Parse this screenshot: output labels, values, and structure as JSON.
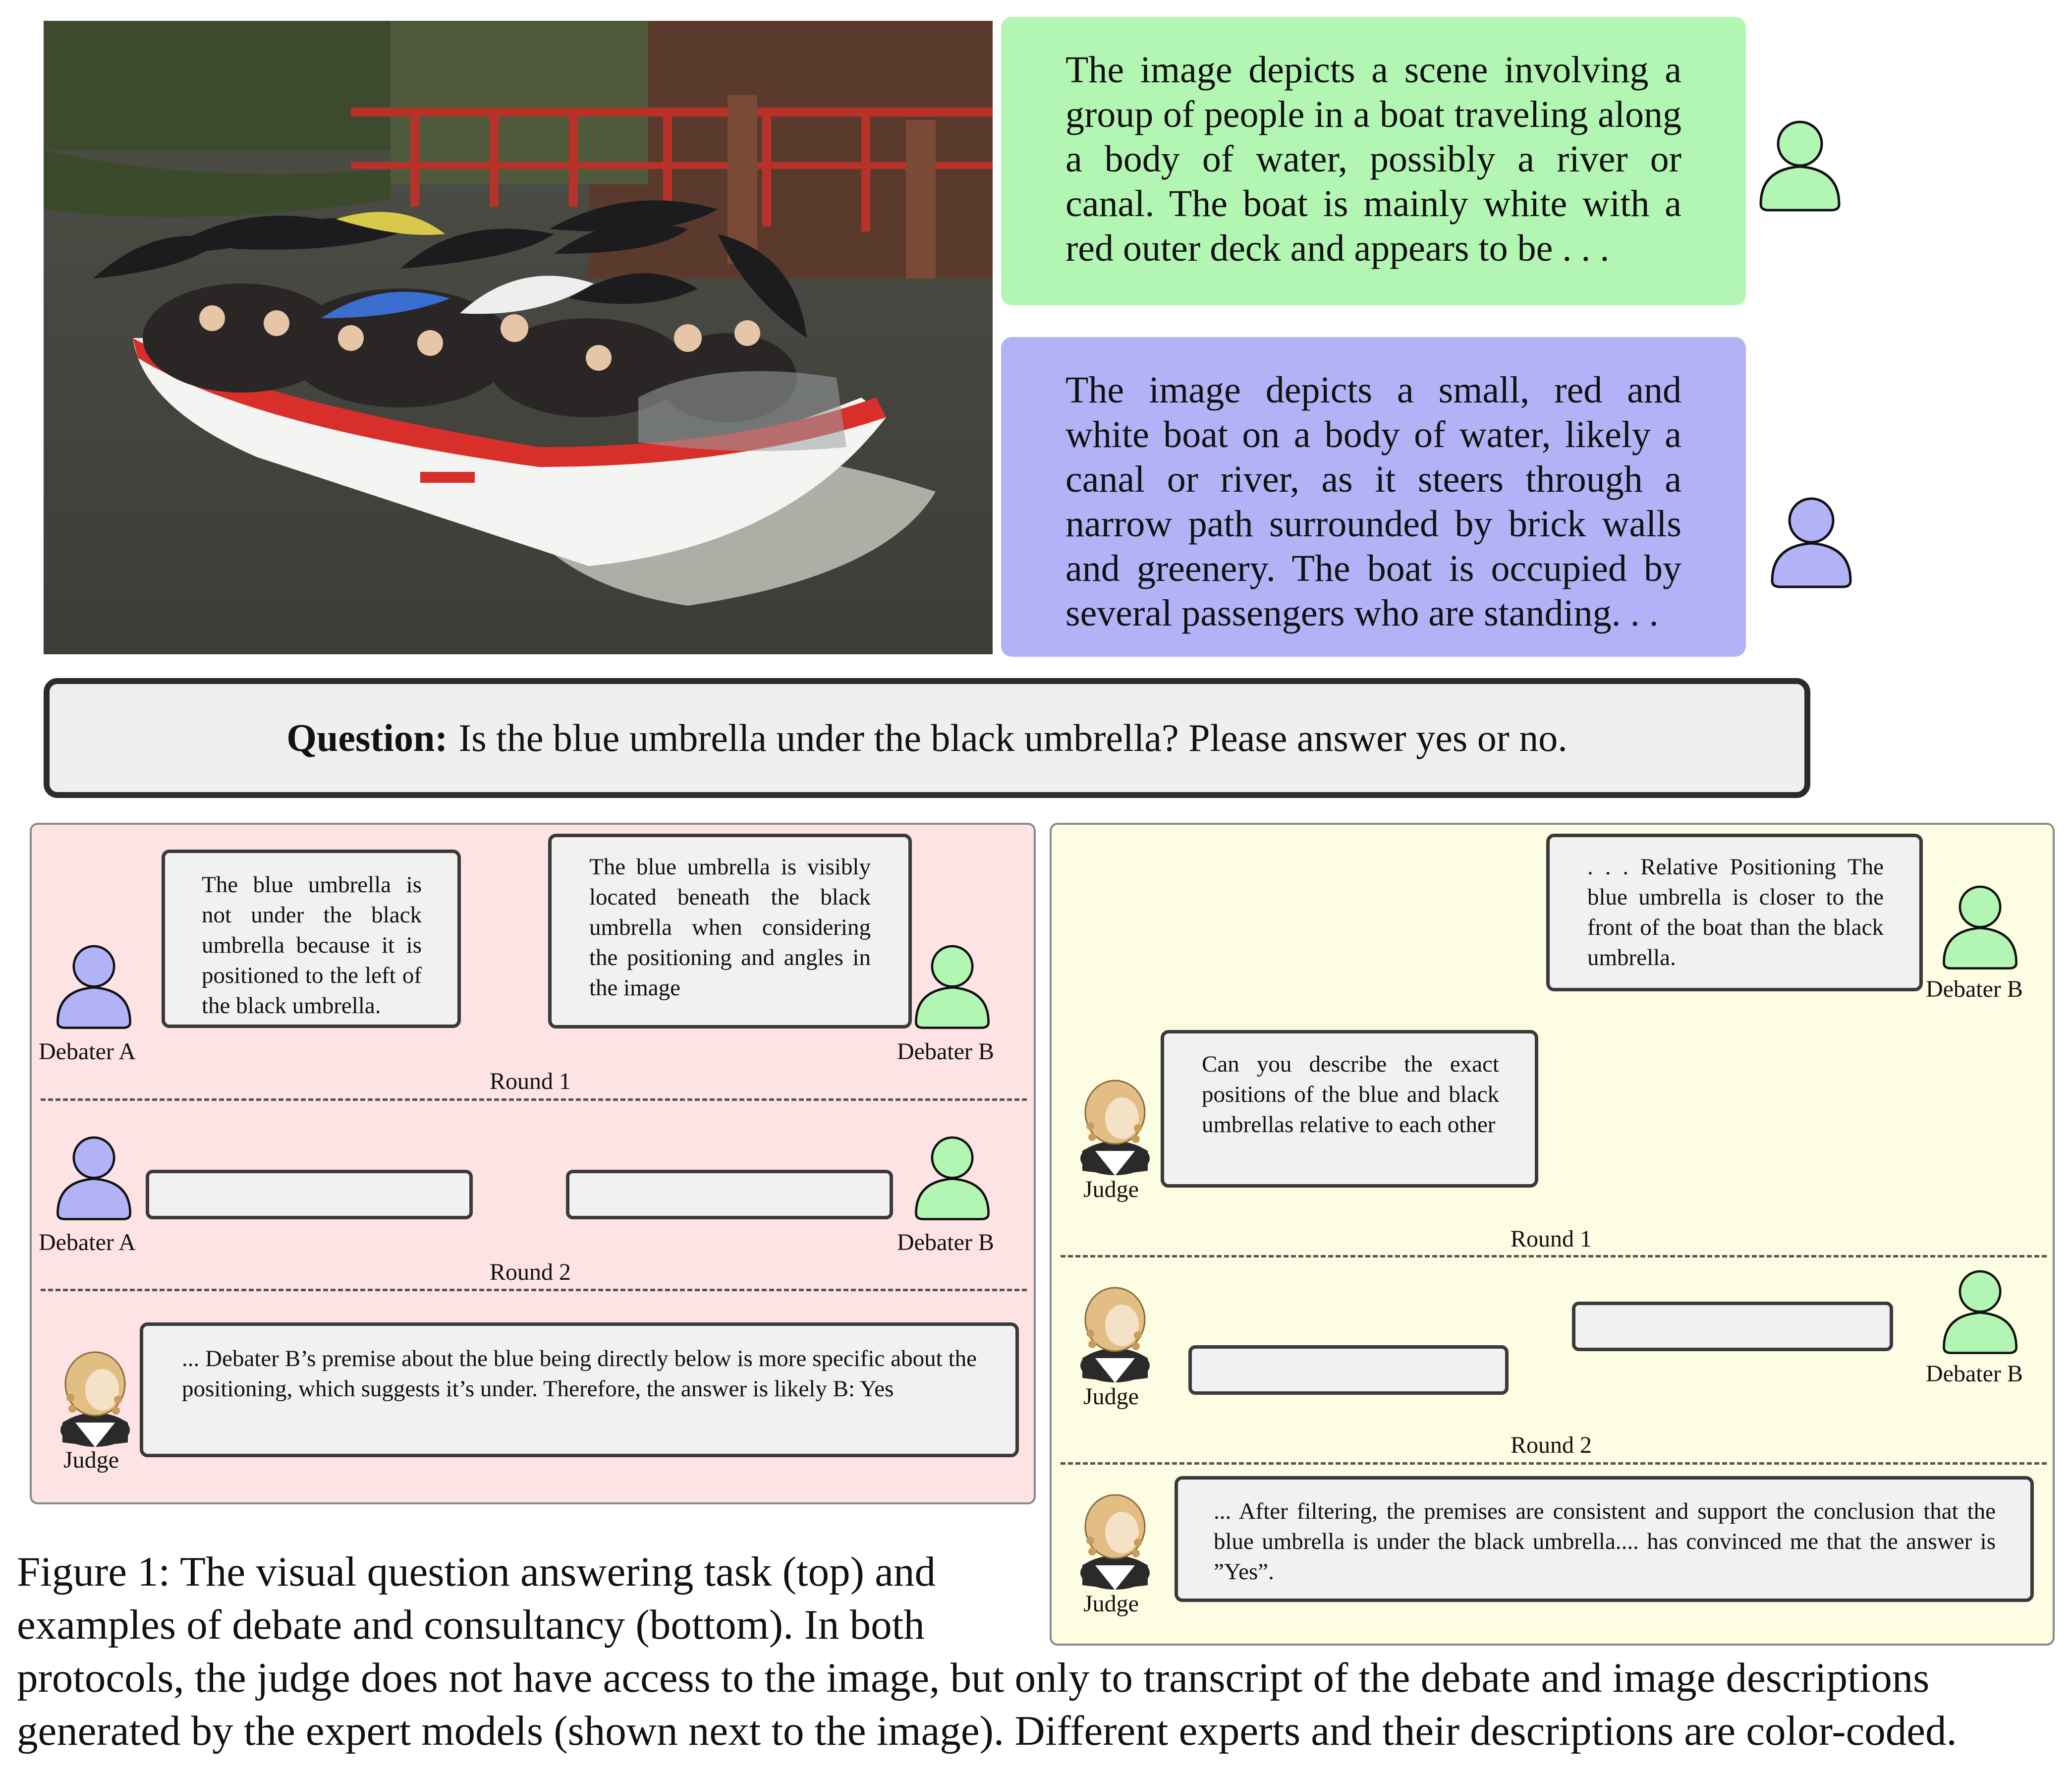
{
  "image_descriptions": {
    "green_expert": "The image depicts a scene involving a group of people in a boat traveling along a body of water, possibly a river or canal. The boat is mainly white with a red outer deck and appears to be . . .",
    "blue_expert": "The image depicts a small, red and white boat on a body of water, likely a canal or river, as it steers through a narrow path surrounded by brick walls and greenery. The boat is occupied by several passengers who are standing. . ."
  },
  "question": {
    "label": "Question:",
    "text": "Is the blue umbrella under the black umbrella? Please answer yes or no."
  },
  "debate": {
    "debater_a_label": "Debater A",
    "debater_b_label": "Debater B",
    "judge_label": "Judge",
    "round1_label": "Round 1",
    "round2_label": "Round 2",
    "round1_a_text": "The blue umbrella is not under the black umbrella because it is positioned to the left of the black umbrella.",
    "round1_b_text": "The blue umbrella is visibly located beneath the black umbrella when considering the positioning and angles in the image",
    "judge_text": "... Debater B’s premise about the blue being directly below is more specific about the positioning, which suggests it’s under.  Therefore, the answer is likely B: Yes"
  },
  "consultancy": {
    "debater_b_label": "Debater B",
    "judge_label": "Judge",
    "round1_label": "Round 1",
    "round2_label": "Round 2",
    "consultant_text": ". . .  Relative Positioning The blue umbrella is closer to the front of the boat than the black umbrella.",
    "judge_question": "Can you describe the exact positions of the blue and black umbrellas relative to each other",
    "judge_final": "... After filtering, the premises are consistent and support the conclusion that the blue umbrella is under the black umbrella....  has convinced me that the answer is ”Yes”."
  },
  "caption": {
    "line1": "Figure 1: The visual question answering task (top) and",
    "line2": "examples of debate and consultancy (bottom). In both",
    "line3": "protocols, the judge does not have access to the image, but only to transcript of the debate and image descriptions",
    "line4": "generated by the expert models (shown next to the image). Different experts and their descriptions are color-coded."
  },
  "colors": {
    "green_expert": "#b3f5b3",
    "blue_expert": "#b2b2f7",
    "debate_panel": "#fde3e4",
    "consultancy_panel": "#fdfde3",
    "question_box": "#efefef"
  }
}
